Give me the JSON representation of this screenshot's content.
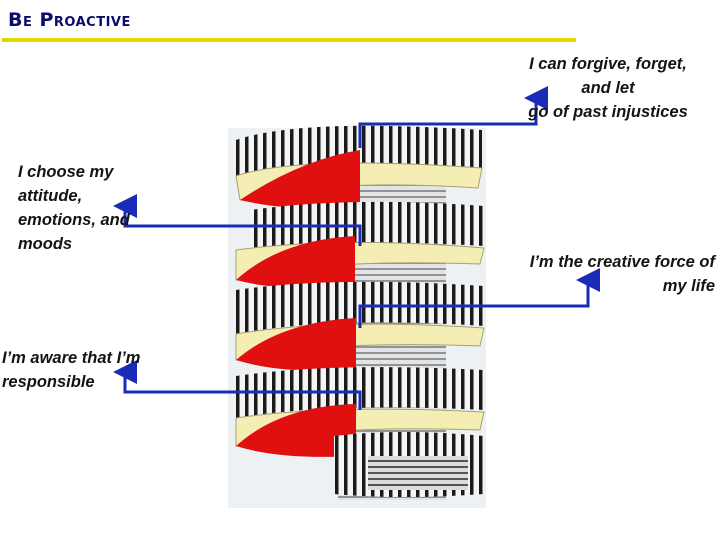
{
  "slide": {
    "title": "Be Proactive"
  },
  "notes": {
    "choose": "I choose my\nattitude,\nemotions, and\nmoods",
    "aware": "I’m aware that I’m\nresponsible",
    "forgive": "I can forgive, forget,\nand let\ngo of past injustices",
    "creative": "I’m the creative force of\nmy life"
  },
  "colors": {
    "title": "#0b0b6b",
    "rule": "#e6d700",
    "connector": "#1a2bb8",
    "stair_red": "#e01010",
    "stair_cream": "#f5eeb4"
  },
  "image": {
    "description_icon": "spiral-staircase-illustration"
  }
}
